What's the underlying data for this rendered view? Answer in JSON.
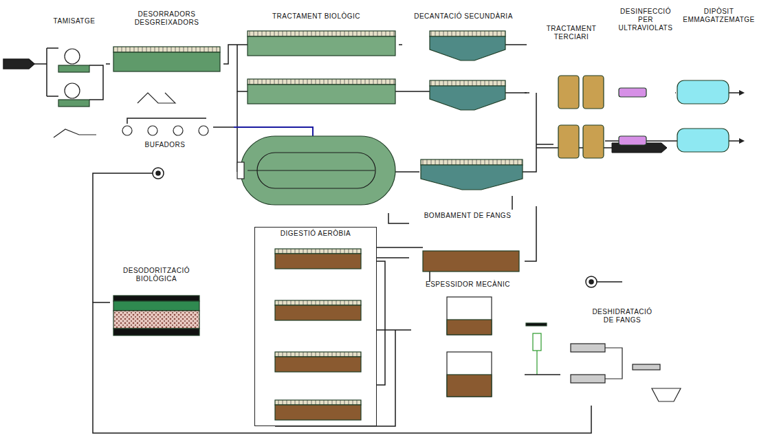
{
  "diagram": {
    "nodes": [
      {
        "text": [
          "TAMISATGE"
        ]
      },
      {
        "text": [
          "DESORRADORS DESGREIXADORS"
        ]
      },
      {
        "text": [
          "BUFADORS"
        ]
      },
      {
        "text": [
          "TRACTAMENT BIOLÒGIC"
        ]
      },
      {
        "text": [
          "DECANTACIÓ SECUNDÀRIA"
        ]
      },
      {
        "text": [
          "TRACTAMENT TERCIARI"
        ]
      },
      {
        "text": [
          "DESINFECCIÓ PER ULTRAVIOLATS"
        ]
      },
      {
        "text": [
          "DIPÒSIT EMMAGATZEMATGE"
        ]
      },
      {
        "text": [
          "BOMBAMENT DE FANGS"
        ]
      },
      {
        "text": [
          "DIGESTIÓ AERÒBIA"
        ]
      },
      {
        "text": [
          "ESPESSIDOR MECÀNIC"
        ]
      },
      {
        "text": [
          "DESHIDRATACIÓ DE FANGS"
        ]
      },
      {
        "text": [
          "DESODORITZACIÓ BIOLÒGICA"
        ]
      }
    ],
    "edges": [
      {
        "from": 0,
        "to": 1,
        "arrow": "none"
      },
      {
        "from": 1,
        "to": 3,
        "arrow": "none"
      },
      {
        "from": 2,
        "to": 3,
        "arrow": "none"
      },
      {
        "from": 3,
        "to": 4,
        "arrow": "none"
      },
      {
        "from": 4,
        "to": 5,
        "arrow": "none"
      },
      {
        "from": 5,
        "to": 6,
        "arrow": "none"
      },
      {
        "from": 6,
        "to": 7,
        "arrow": "none"
      },
      {
        "from": 4,
        "to": 8,
        "arrow": "none"
      },
      {
        "from": 8,
        "to": 3,
        "arrow": "none"
      },
      {
        "from": 8,
        "to": 9,
        "arrow": "none"
      },
      {
        "from": 9,
        "to": 10,
        "arrow": "none"
      },
      {
        "from": 10,
        "to": 11,
        "arrow": "none"
      },
      {
        "from": 11,
        "to": 12,
        "arrow": "none"
      }
    ]
  }
}
